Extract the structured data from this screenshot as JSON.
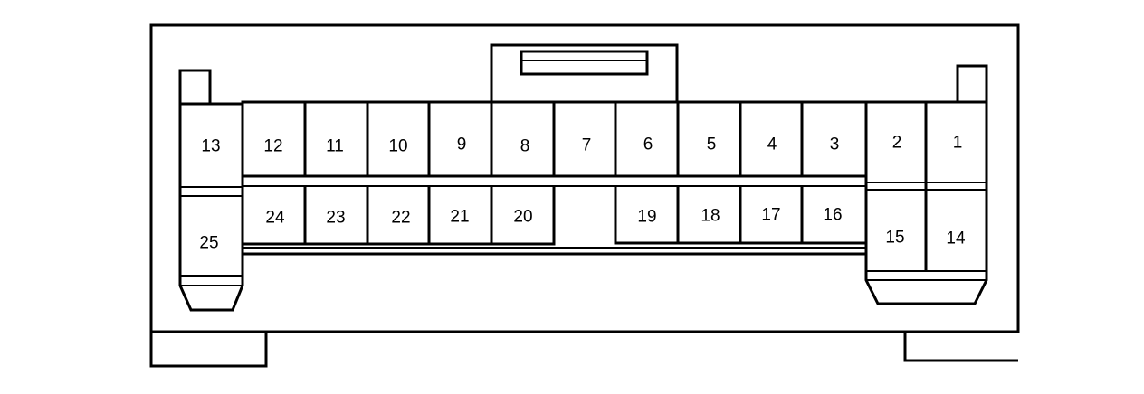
{
  "connector": {
    "pins": [
      "1",
      "2",
      "3",
      "4",
      "5",
      "6",
      "7",
      "8",
      "9",
      "10",
      "11",
      "12",
      "13",
      "14",
      "15",
      "16",
      "17",
      "18",
      "19",
      "20",
      "21",
      "22",
      "23",
      "24",
      "25"
    ]
  },
  "colors": {
    "line": "#000000",
    "background": "#ffffff"
  }
}
